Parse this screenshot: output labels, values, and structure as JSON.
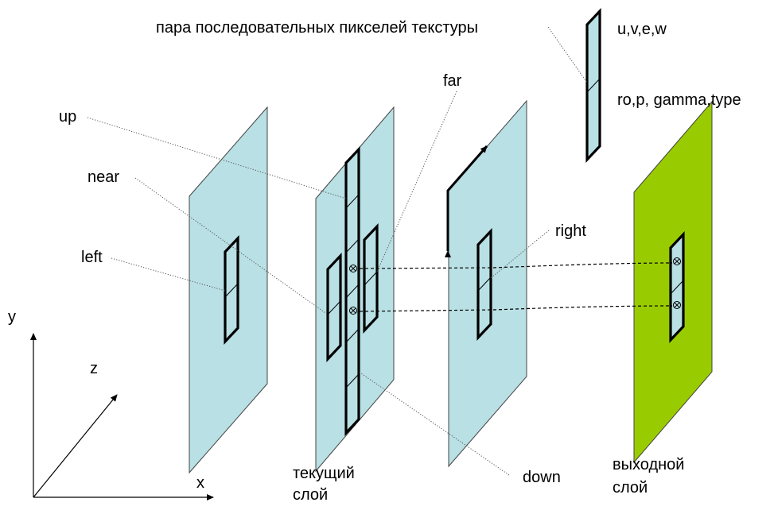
{
  "labels": {
    "texture_pair": "пара последовательных пикселей текстуры",
    "uvew": "u,v,e,w",
    "ropgamma": "ro,p, gamma,type",
    "up": "up",
    "near": "near",
    "left": "left",
    "far": "far",
    "right": "right",
    "down": "down",
    "current_layer_line1": "текущий",
    "current_layer_line2": "слой",
    "output_layer_line1": "выходной",
    "output_layer_line2": "слой",
    "axis_x": "x",
    "axis_y": "y",
    "axis_z": "z"
  },
  "colors": {
    "plane_fill": "#b9e0e4",
    "output_plane_fill": "#99cc00",
    "outline": "#000000"
  }
}
